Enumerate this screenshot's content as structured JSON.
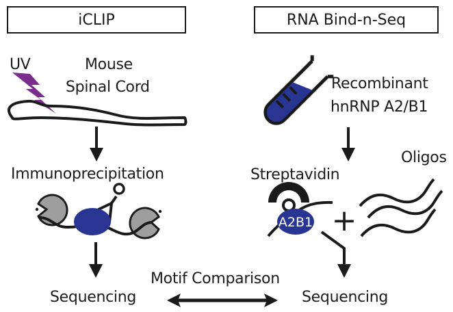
{
  "left_panel": {
    "title": "iCLIP",
    "source_label_line1": "Mouse",
    "source_label_line2": "Spinal Cord",
    "uv_label": "UV",
    "step_label": "Immunoprecipitation",
    "end_label": "Sequencing"
  },
  "right_panel": {
    "title": "RNA Bind-n-Seq",
    "source_label_line1": "Recombinant",
    "source_label_line2": "hnRNP A2/B1",
    "streptavidin_label": "Streptavidin",
    "oligos_label": "Oligos",
    "protein_label": "A2B1",
    "plus_sign": "+",
    "end_label": "Sequencing"
  },
  "comparison_label": "Motif Comparison",
  "colors": {
    "protein_blue": "#283593",
    "uv_purple": "#7b2d8e",
    "antibody_gray": "#9e9e9e",
    "line_black": "#1a1a1a"
  },
  "icons": [
    "uv-lightning-icon",
    "spinal-cord-icon",
    "test-tube-icon",
    "antibody-icon",
    "rna-hairpin-icon",
    "streptavidin-icon",
    "oligo-strand-icon",
    "arrow-down-icon",
    "double-arrow-icon"
  ]
}
